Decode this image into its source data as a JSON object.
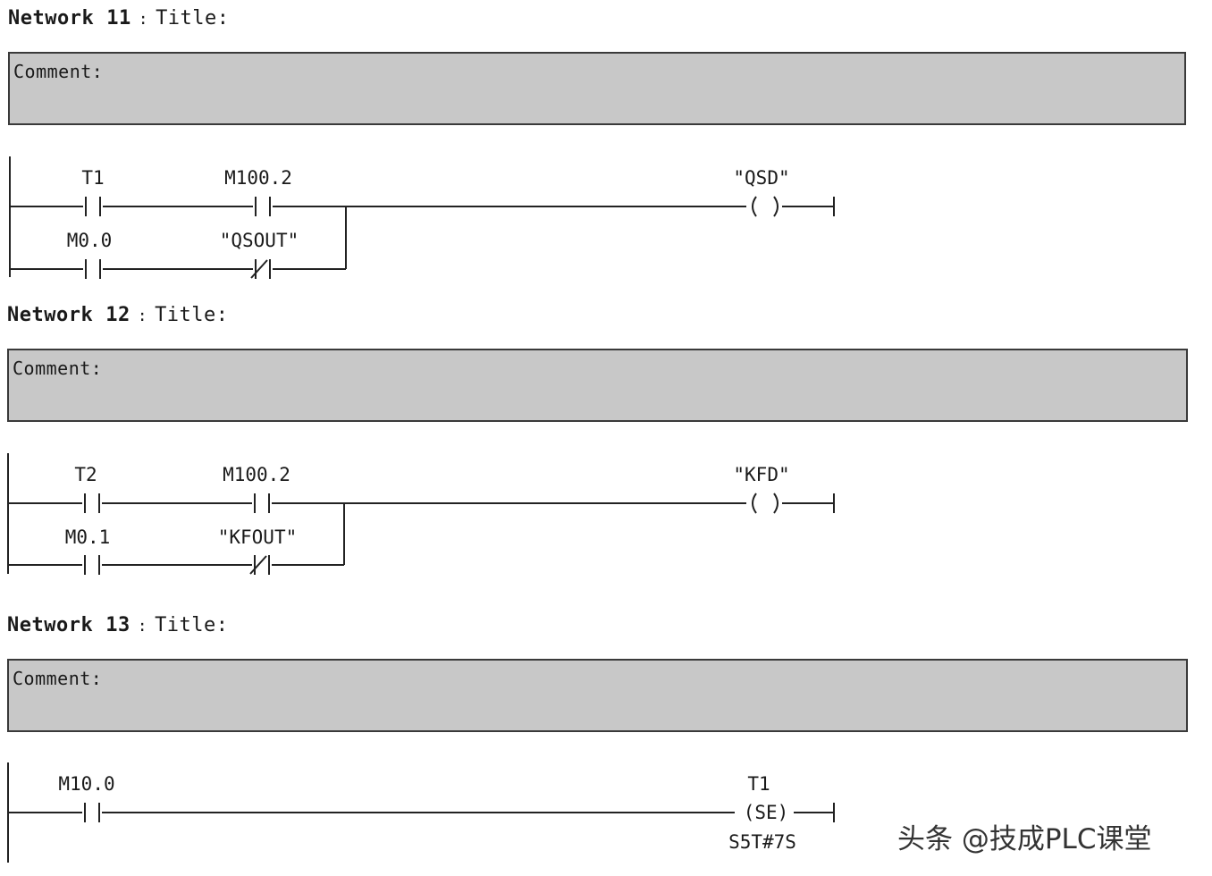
{
  "networks": [
    {
      "keyword": "Network",
      "number": "11",
      "colon": ":",
      "title": "Title:",
      "comment": "Comment:",
      "rung": {
        "contact_a1": "T1",
        "contact_a2": "M100.2",
        "contact_b1": "M0.0",
        "contact_b2": "\"QSOUT\"",
        "coil": "\"QSD\"",
        "coil_symbol": "( )"
      }
    },
    {
      "keyword": "Network",
      "number": "12",
      "colon": ":",
      "title": "Title:",
      "comment": "Comment:",
      "rung": {
        "contact_a1": "T2",
        "contact_a2": "M100.2",
        "contact_b1": "M0.1",
        "contact_b2": "\"KFOUT\"",
        "coil": "\"KFD\"",
        "coil_symbol": "( )"
      }
    },
    {
      "keyword": "Network",
      "number": "13",
      "colon": ":",
      "title": "Title:",
      "comment": "Comment:",
      "rung": {
        "contact_a1": "M10.0",
        "coil": "T1",
        "coil_symbol": "(SE)",
        "coil_param": "S5T#7S"
      }
    }
  ],
  "watermark": "头条 @技成PLC课堂"
}
